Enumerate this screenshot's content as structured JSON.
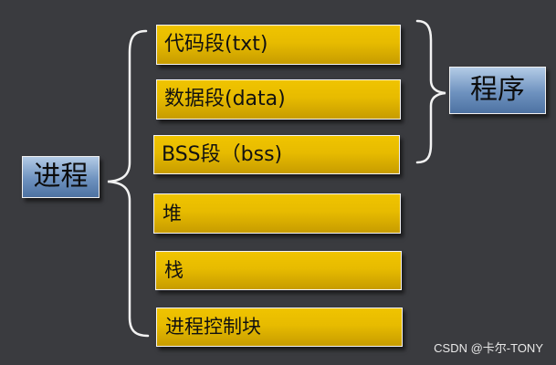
{
  "segments": {
    "code": "代码段(txt)",
    "data": "数据段(data)",
    "bss": "BSS段（bss)",
    "heap": "堆",
    "stack": "栈",
    "pcb": "进程控制块"
  },
  "labels": {
    "process": "进程",
    "program": "程序"
  },
  "watermark": "CSDN @卡尔-TONY",
  "colors": {
    "background": "#3a3b3f",
    "segment_fill": "#e7bb00",
    "label_fill": "#6e92bf",
    "brace": "#f2f2f2"
  }
}
